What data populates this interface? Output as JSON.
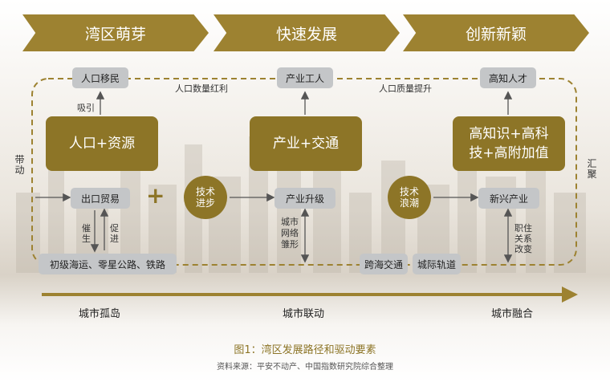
{
  "stages": [
    "湾区萌芽",
    "快速发展",
    "创新新颖"
  ],
  "top_boxes": [
    "人口移民",
    "产业工人",
    "高知人才"
  ],
  "big_boxes": [
    "人口+资源",
    "产业+交通",
    "高知识+高科技+高附加值"
  ],
  "mid_boxes": [
    "出口贸易",
    "产业升级",
    "新兴产业"
  ],
  "circles": [
    "技术进步",
    "技术浪潮"
  ],
  "bottom_boxes": [
    "初级海运、零星公路、铁路",
    "跨海交通",
    "城际轨道"
  ],
  "labels": {
    "xiyin": "吸引",
    "renkou_hongli": "人口数量红利",
    "renkou_zhiliang": "人口质量提升",
    "dai_dong": "带动",
    "hui_ju": "汇聚",
    "cui_sheng": "催生",
    "cu_jin": "促进",
    "city_network": "城市网络雏形",
    "zhiye": "职住关系改变",
    "plus": "+"
  },
  "axis_stages": [
    "城市孤岛",
    "城市联动",
    "城市融合"
  ],
  "caption": "图1：湾区发展路径和驱动要素",
  "source": "资料来源：平安不动产、中国指数研究院综合整理",
  "colors": {
    "gold": "#9d8231",
    "dark_gold": "#8d7527",
    "grey_box": "#c4c6c8"
  }
}
